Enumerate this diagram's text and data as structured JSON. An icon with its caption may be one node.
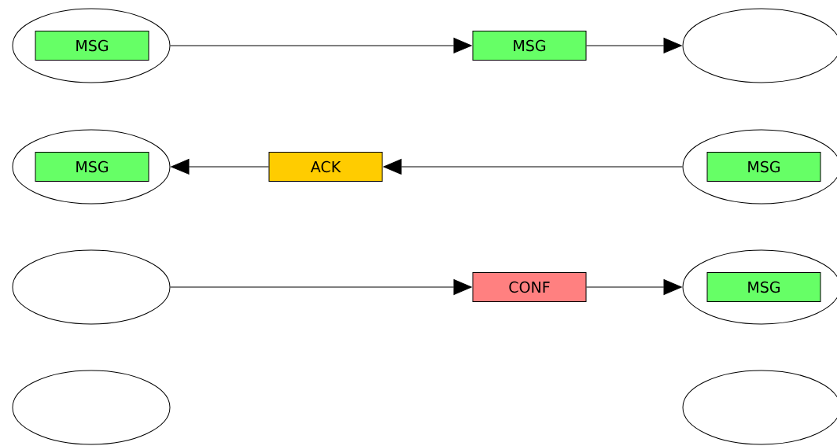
{
  "diagram": {
    "nodes": [
      {
        "text": [],
        "shape": "ellipse"
      },
      {
        "text": [
          "MSG"
        ],
        "in": 0
      },
      {
        "text": [
          "MSG"
        ]
      },
      {
        "text": [],
        "shape": "ellipse"
      },
      {
        "text": [],
        "shape": "ellipse"
      },
      {
        "text": [
          "MSG"
        ],
        "in": 4
      },
      {
        "text": [
          "ACK"
        ]
      },
      {
        "text": [],
        "shape": "ellipse"
      },
      {
        "text": [
          "MSG"
        ],
        "in": 7
      },
      {
        "text": [],
        "shape": "ellipse"
      },
      {
        "text": [
          "CONF"
        ]
      },
      {
        "text": [],
        "shape": "ellipse"
      },
      {
        "text": [
          "MSG"
        ],
        "in": 11
      },
      {
        "text": [],
        "shape": "ellipse"
      },
      {
        "text": [],
        "shape": "ellipse"
      }
    ],
    "edges": [
      {
        "from": 0,
        "to": 2,
        "arrow": "to"
      },
      {
        "from": 2,
        "to": 3,
        "arrow": "to"
      },
      {
        "from": 7,
        "to": 6,
        "arrow": "to"
      },
      {
        "from": 6,
        "to": 4,
        "arrow": "to"
      },
      {
        "from": 9,
        "to": 10,
        "arrow": "to"
      },
      {
        "from": 10,
        "to": 11,
        "arrow": "to"
      }
    ]
  }
}
